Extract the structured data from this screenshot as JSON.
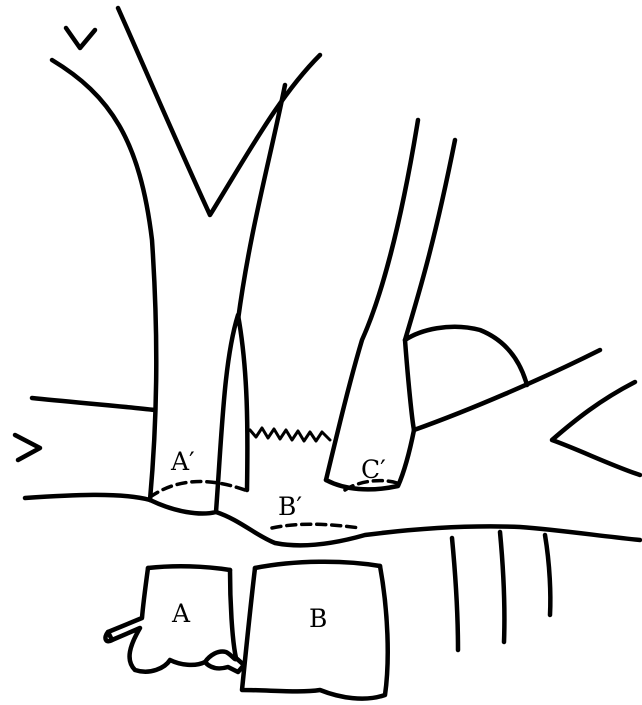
{
  "labels": {
    "a_prime": "A′",
    "b_prime": "B′",
    "c_prime": "C′",
    "a": "A",
    "b": "B"
  }
}
